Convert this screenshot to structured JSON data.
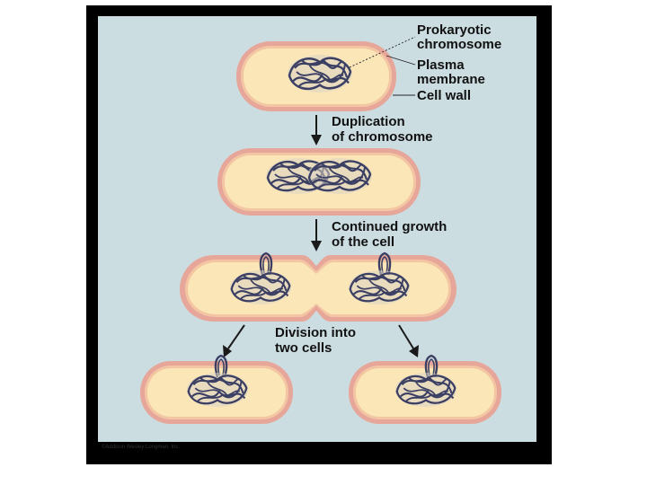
{
  "labels": {
    "chromosome": "Prokaryotic chromosome",
    "chromosome_line1": "Prokaryotic",
    "chromosome_line2": "chromosome",
    "membrane_line1": "Plasma",
    "membrane_line2": "membrane",
    "cell_wall": "Cell wall"
  },
  "steps": [
    {
      "line1": "Duplication",
      "line2": "of chromosome"
    },
    {
      "line1": "Continued growth",
      "line2": "of the cell"
    },
    {
      "line1": "Division into",
      "line2": "two cells"
    }
  ],
  "copyright": "©Addison Wesley Longman, Inc.",
  "colors": {
    "panel": "#ccdde2",
    "cell_wall": "#e6a79a",
    "cytoplasm": "#fbe6b8",
    "membrane": "#f3c5a2",
    "chromosome": "#3b3f63",
    "arrow": "#1a1a1a",
    "text": "#111111"
  }
}
